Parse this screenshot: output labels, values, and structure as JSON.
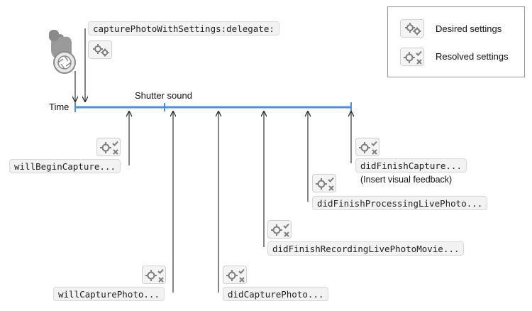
{
  "legend": {
    "desired_label": "Desired settings",
    "resolved_label": "Resolved settings"
  },
  "timeline": {
    "axis_label": "Time",
    "shutter_label": "Shutter sound",
    "color": "#4a90e2"
  },
  "callbacks": {
    "capture": "capturePhotoWithSettings:delegate:",
    "will_begin": "willBeginCapture...",
    "will_capture": "willCapturePhoto...",
    "did_capture": "didCapturePhoto...",
    "did_finish_recording": "didFinishRecordingLivePhotoMovie...",
    "did_finish_processing": "didFinishProcessingLivePhoto...",
    "did_finish_capture": "didFinishCapture...",
    "did_finish_capture_note": "(Insert visual feedback)"
  },
  "icons": {
    "hand": "finger-press-icon",
    "shutter": "camera-shutter-icon",
    "desired": "gears-icon",
    "resolved": "gear-check-x-icon"
  }
}
